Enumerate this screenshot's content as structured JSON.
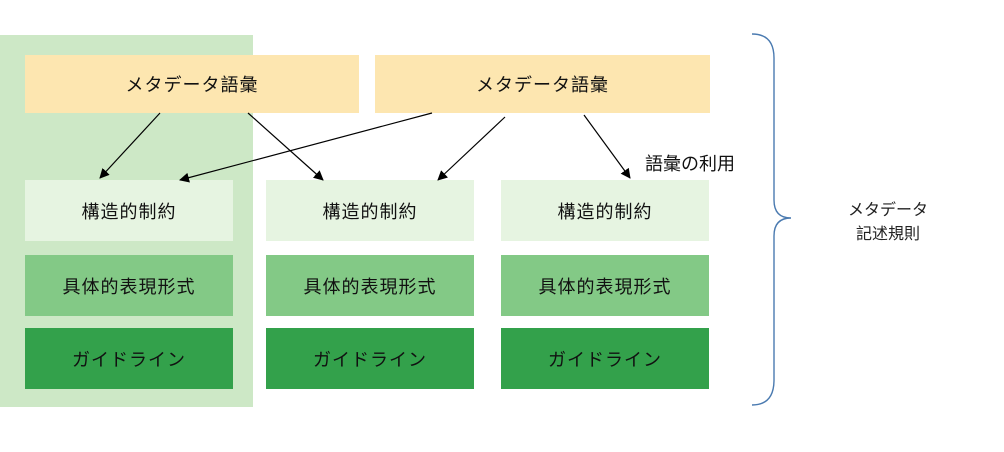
{
  "vocabularies": [
    {
      "label": "メタデータ語彙"
    },
    {
      "label": "メタデータ語彙"
    }
  ],
  "columns": [
    {
      "structure": "構造的制約",
      "concrete": "具体的表現形式",
      "guideline": "ガイドライン"
    },
    {
      "structure": "構造的制約",
      "concrete": "具体的表現形式",
      "guideline": "ガイドライン"
    },
    {
      "structure": "構造的制約",
      "concrete": "具体的表現形式",
      "guideline": "ガイドライン"
    }
  ],
  "usage_label": "語彙の利用",
  "rules_label": {
    "line1": "メタデータ",
    "line2": "記述規則"
  },
  "colors": {
    "vocab_fill": "#fde6b0",
    "panel_fill": "#cde8c6",
    "structure_fill": "#e6f4e1",
    "concrete_fill": "#83c986",
    "guideline_fill": "#33a14b",
    "brace": "#4a7ab0"
  }
}
